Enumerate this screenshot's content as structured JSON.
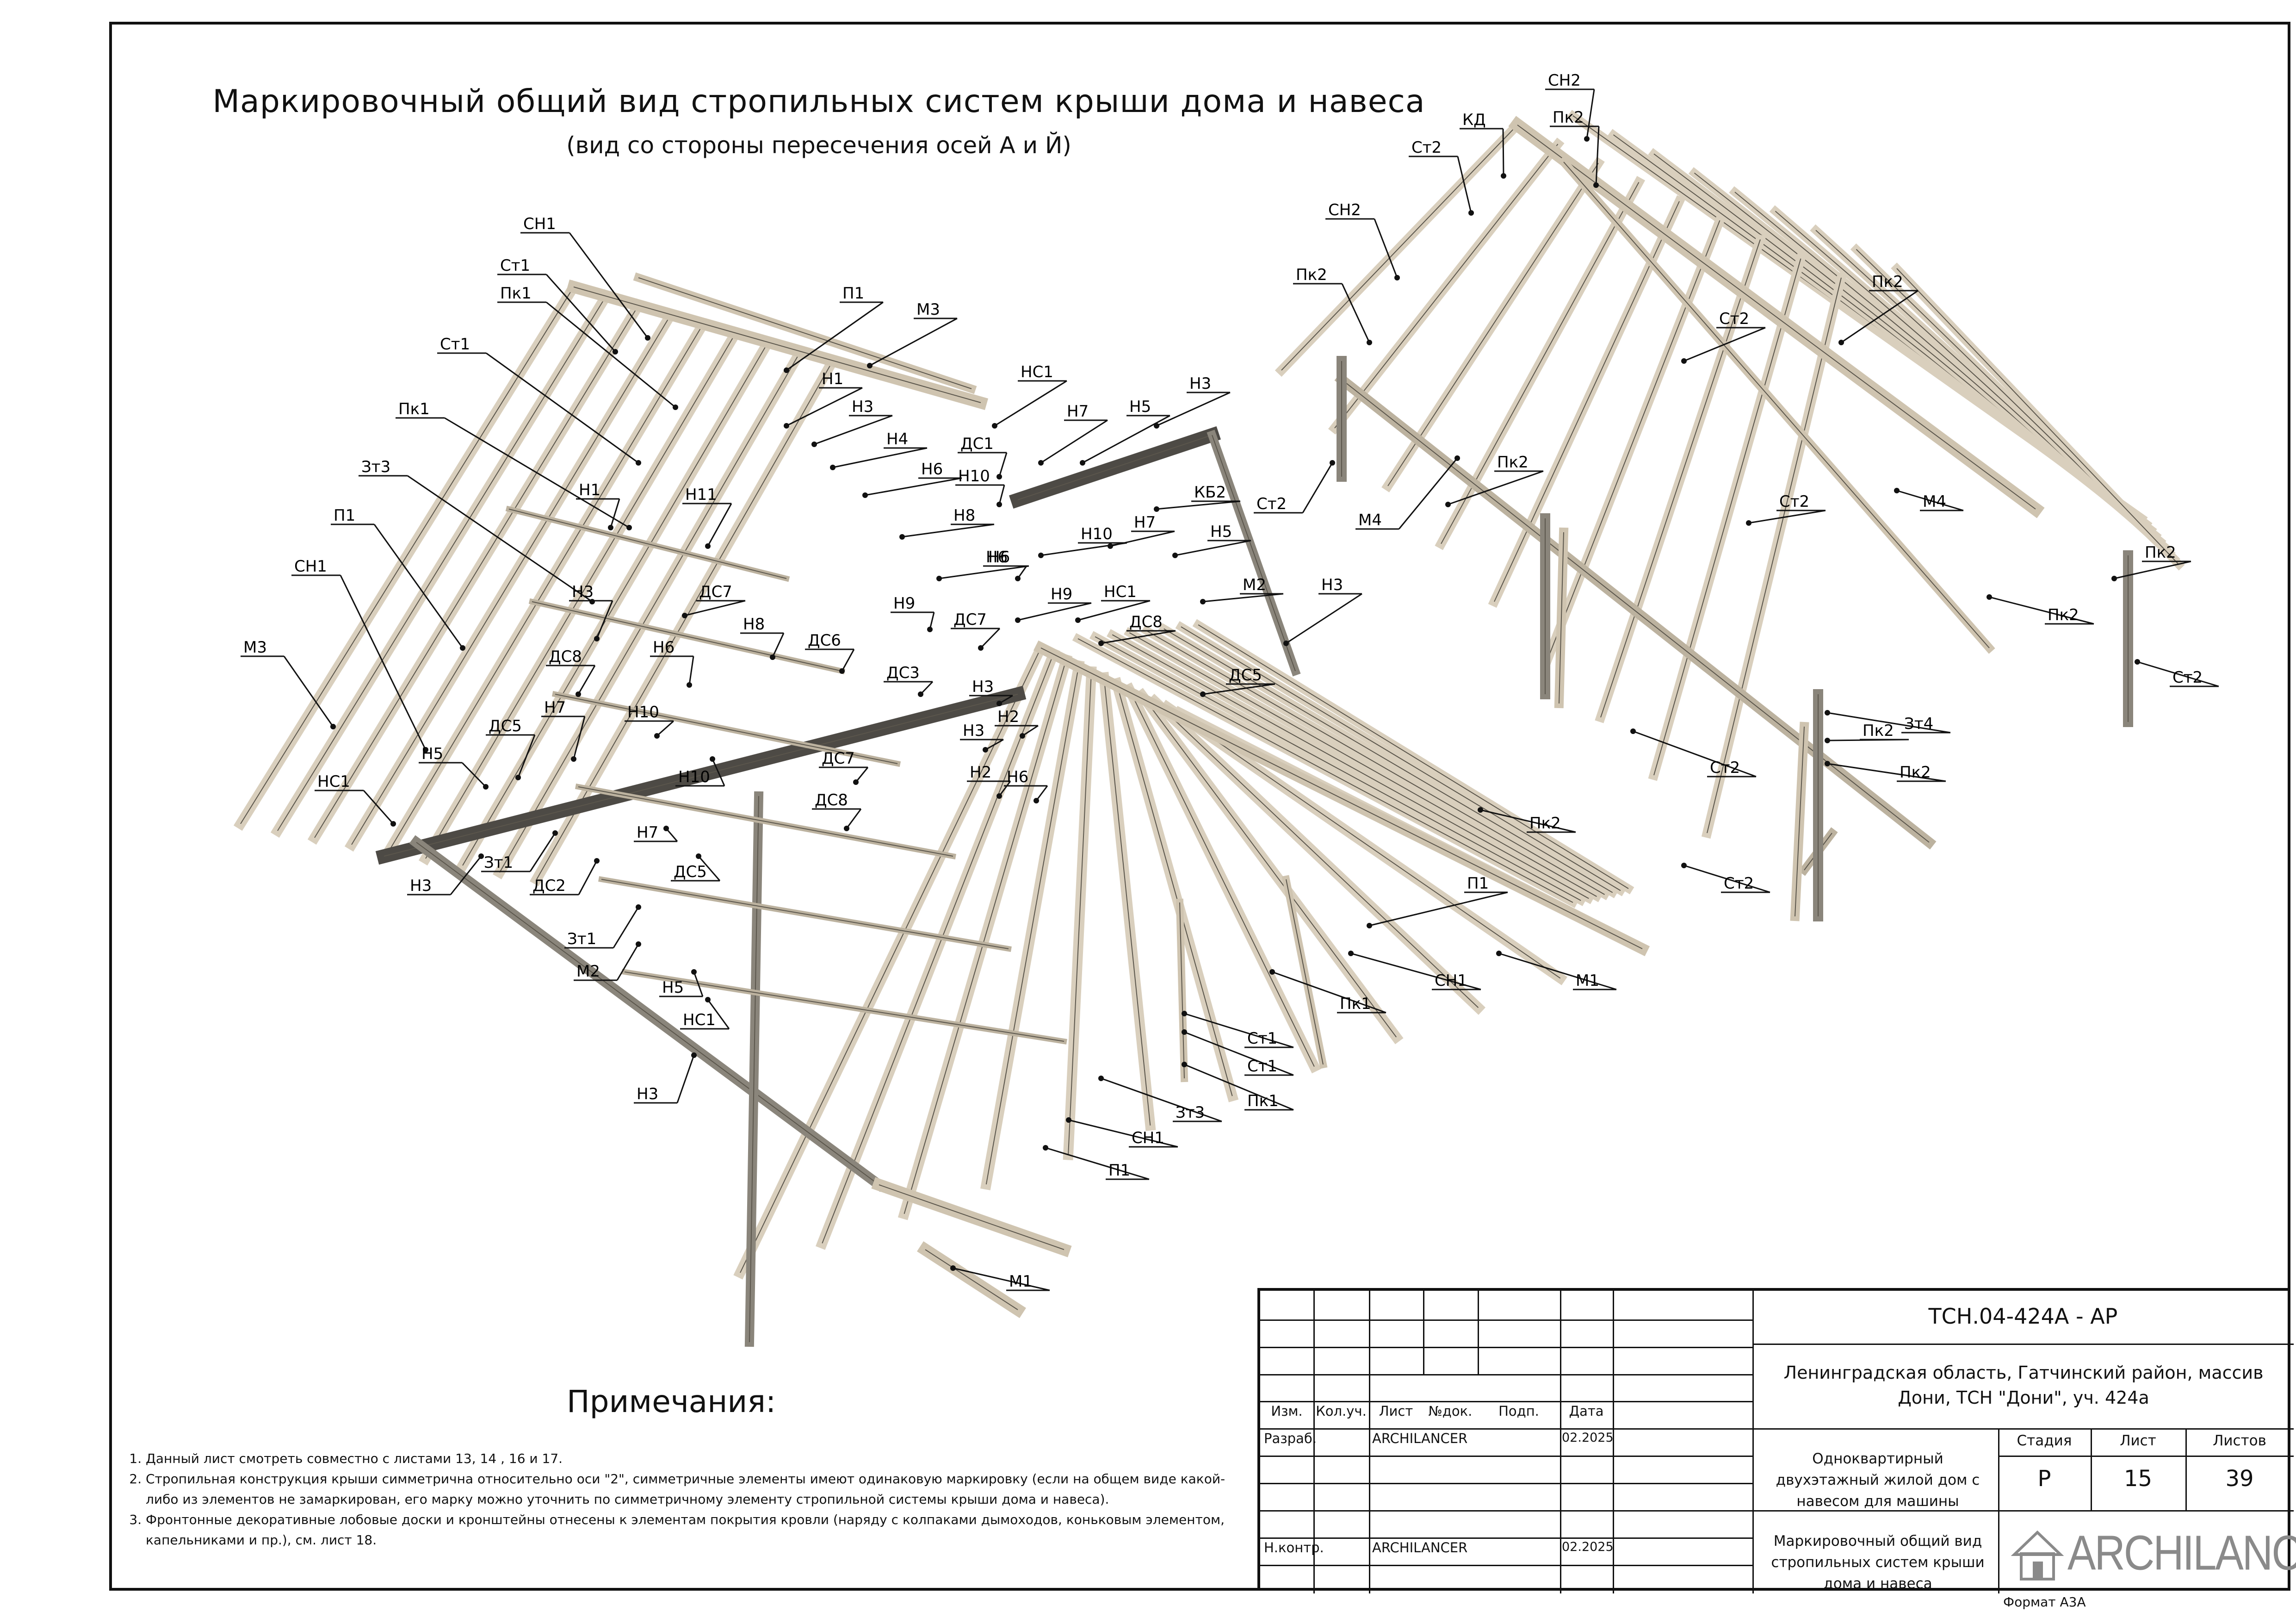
{
  "title": {
    "line1": "Маркировочный общий вид стропильных систем крыши дома и навеса",
    "line2": "(вид со стороны пересечения осей А и Й)"
  },
  "labels_house": [
    "СН1",
    "Ст1",
    "Пк1",
    "Ст1",
    "Пк1",
    "Зт3",
    "П1",
    "СН1",
    "М3",
    "П1",
    "М3",
    "Н1",
    "Н3",
    "Н4",
    "Н6",
    "Н8",
    "Н6",
    "Н1",
    "Н11",
    "ДС7",
    "Н3",
    "Н6",
    "Н8",
    "ДС8",
    "Н10",
    "Н7",
    "ДС5",
    "Н5",
    "НС1",
    "Н3",
    "Зт1",
    "ДС2",
    "Зт1",
    "М2",
    "Н7",
    "ДС5",
    "Н5",
    "НС1",
    "Н3",
    "Н10",
    "НС1",
    "Н7",
    "Н5",
    "Н3",
    "ДС1",
    "Н10",
    "КБ2",
    "Н7",
    "Н10",
    "Н5",
    "Н6",
    "М2",
    "Н3",
    "Н9",
    "НС1",
    "ДС8",
    "ДС5",
    "Н9",
    "ДС7",
    "ДС6",
    "ДС3",
    "Н3",
    "Н2",
    "Н3",
    "ДС7",
    "Н2",
    "ДС8",
    "Н6",
    "П1",
    "СН1",
    "М1",
    "Пк1",
    "Ст1",
    "Ст1",
    "Пк1",
    "Зт3",
    "СН1",
    "П1",
    "М1"
  ],
  "labels_canopy": [
    "СН2",
    "КД",
    "Пк2",
    "Ст2",
    "СН2",
    "Пк2",
    "М4",
    "Ст2",
    "Пк2",
    "Ст2",
    "Ст2",
    "М4",
    "Пк2",
    "Пк2",
    "Ст2",
    "Пк2",
    "Пк2",
    "Пк2",
    "Ст2",
    "Зт4",
    "Пк2",
    "Ст2"
  ],
  "notes": {
    "heading": "Примечания:",
    "items": [
      "Данный лист смотреть совместно с листами   13, 14 , 16 и 17.",
      "Стропильная конструкция крыши симметрична относительно оси \"2\", симметричные элементы имеют одинаковую маркировку (если на общем виде какой-либо из элементов не замаркирован, его марку можно уточнить по симметричному элементу стропильной системы крыши дома и навеса).",
      "Фронтонные декоративные лобовые доски и кронштейны отнесены к элементам покрытия кровли (наряду с колпаками дымоходов, коньковым элементом, капельниками и пр.), см. лист 18."
    ]
  },
  "stamp": {
    "code": "ТСН.04-424А - АР",
    "address": "Ленинградская область, Гатчинский район, массив Дони, ТСН \"Дони\", уч. 424а",
    "object": "Одноквартирный двухэтажный жилой дом с навесом для машины",
    "sheet_title": "Маркировочный общий вид стропильных систем крыши дома и навеса",
    "headers": [
      "Изм.",
      "Кол.уч.",
      "Лист",
      "№док.",
      "Подп.",
      "Дата"
    ],
    "rows": [
      {
        "role": "Разраб.",
        "name": "ARCHILANCER",
        "date": "02.2025"
      },
      {
        "role": "Н.контр.",
        "name": "ARCHILANCER",
        "date": "02.2025"
      }
    ],
    "stage_headers": [
      "Стадия",
      "Лист",
      "Листов"
    ],
    "stage_values": [
      "Р",
      "15",
      "39"
    ],
    "logo": "ARCHILANCER"
  },
  "format": "Формат А3А"
}
